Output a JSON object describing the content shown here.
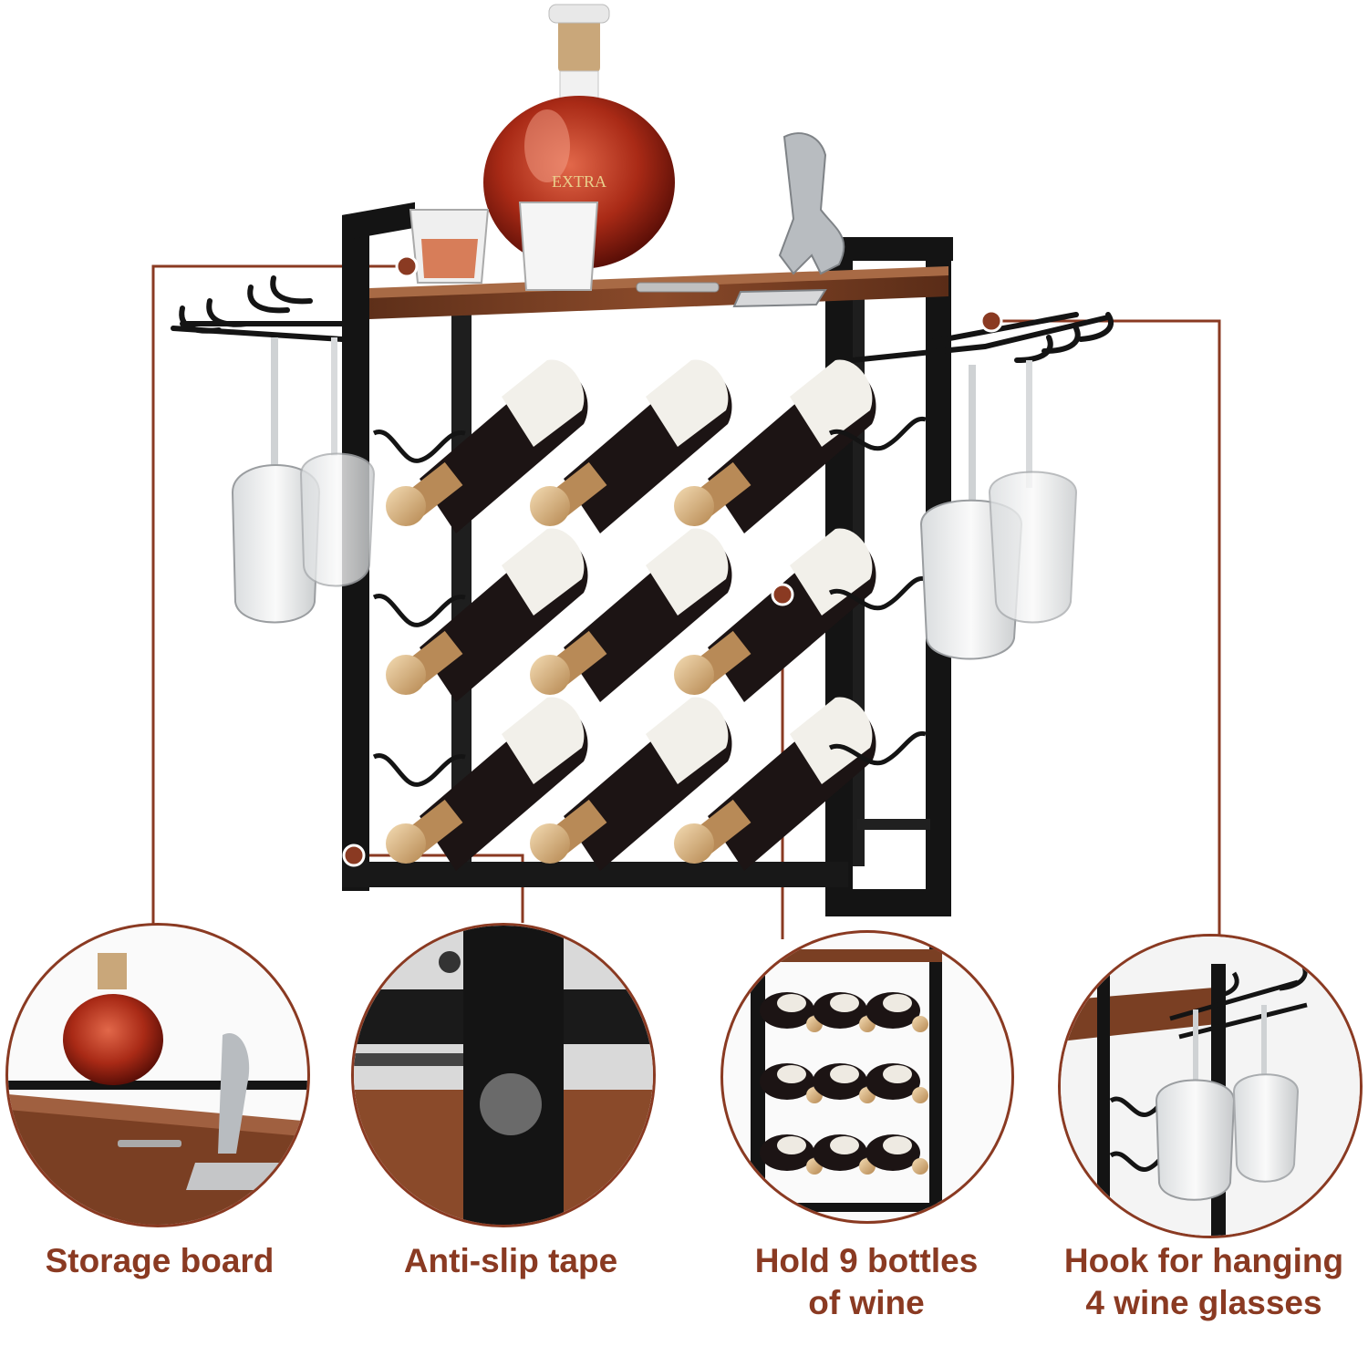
{
  "colors": {
    "accent": "#8a3a22",
    "frame": "#141414",
    "wood": "#7a3f23",
    "bottle": "#1c1414",
    "cap": "#d9b27c"
  },
  "features": [
    {
      "id": "storage",
      "label_lines": [
        "Storage board"
      ],
      "icon": "storage-board-detail"
    },
    {
      "id": "antislip",
      "label_lines": [
        "Anti-slip tape"
      ],
      "icon": "anti-slip-tape-detail"
    },
    {
      "id": "bottles",
      "label_lines": [
        "Hold 9 bottles",
        "of wine"
      ],
      "icon": "nine-bottle-rack-detail"
    },
    {
      "id": "hooks",
      "label_lines": [
        "Hook for hanging",
        "4 wine glasses"
      ],
      "icon": "glass-hook-detail"
    }
  ],
  "decanter_label": "EXTRA"
}
